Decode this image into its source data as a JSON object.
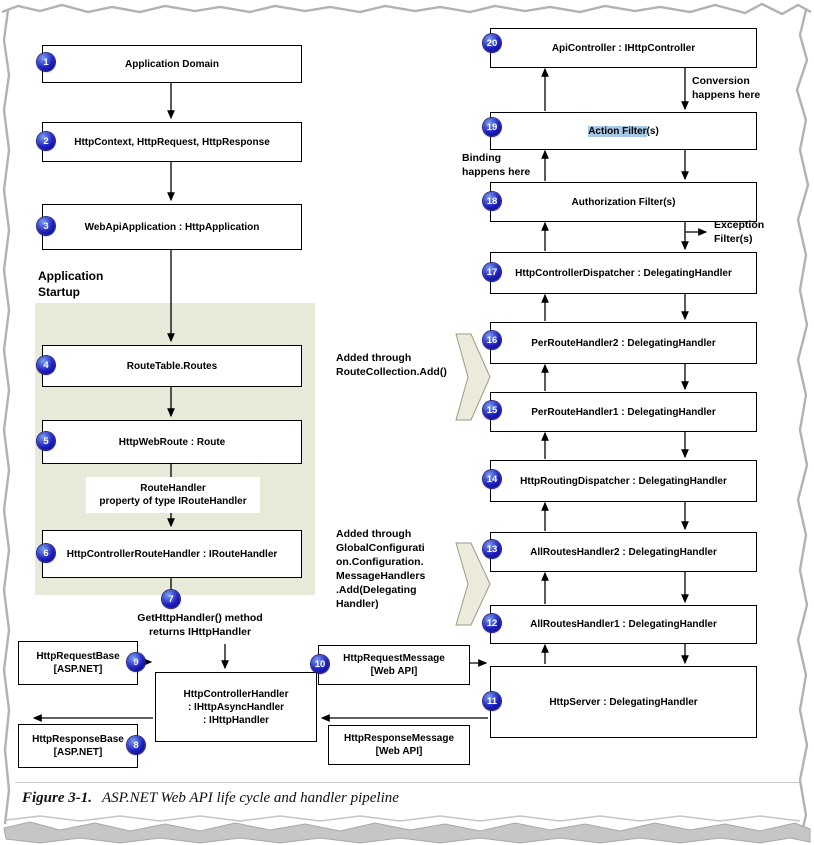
{
  "figure": {
    "caption_label": "Figure 3-1.",
    "caption_text": "ASP.NET Web API life cycle and handler pipeline"
  },
  "left_flow": {
    "boxes": [
      {
        "num": "1",
        "label": "Application Domain"
      },
      {
        "num": "2",
        "label": "HttpContext, HttpRequest, HttpResponse"
      },
      {
        "num": "3",
        "label": "WebApiApplication : HttpApplication"
      },
      {
        "num": "4",
        "label": "RouteTable.Routes"
      },
      {
        "num": "5",
        "label": "HttpWebRoute : Route"
      },
      {
        "num": "6",
        "label": "HttpControllerRouteHandler : IRouteHandler"
      }
    ],
    "step7_num": "7"
  },
  "bottom": {
    "request_base": {
      "num": "9",
      "lines": [
        "HttpRequestBase",
        "[ASP.NET]"
      ]
    },
    "response_base": {
      "num": "8",
      "lines": [
        "HttpResponseBase",
        "[ASP.NET]"
      ]
    },
    "controller_handler": {
      "lines": [
        "HttpControllerHandler",
        ": IHttpAsyncHandler",
        ": IHttpHandler"
      ]
    },
    "request_message": {
      "num": "10",
      "lines": [
        "HttpRequestMessage",
        "[Web API]"
      ]
    },
    "response_message": {
      "lines": [
        "HttpResponseMessage",
        "[Web API]"
      ]
    }
  },
  "pipeline": {
    "boxes": [
      {
        "num": "20",
        "label": "ApiController : IHttpController"
      },
      {
        "num": "19",
        "label_highlight": "Action Filter",
        "label_rest": "(s)"
      },
      {
        "num": "18",
        "label": "Authorization Filter(s)"
      },
      {
        "num": "17",
        "label": "HttpControllerDispatcher : DelegatingHandler"
      },
      {
        "num": "16",
        "label": "PerRouteHandler2 : DelegatingHandler"
      },
      {
        "num": "15",
        "label": "PerRouteHandler1 : DelegatingHandler"
      },
      {
        "num": "14",
        "label": "HttpRoutingDispatcher : DelegatingHandler"
      },
      {
        "num": "13",
        "label": "AllRoutesHandler2 : DelegatingHandler"
      },
      {
        "num": "12",
        "label": "AllRoutesHandler1 : DelegatingHandler"
      },
      {
        "num": "11",
        "label": "HttpServer : DelegatingHandler"
      }
    ]
  },
  "annotations": {
    "application_startup": [
      "Application",
      "Startup"
    ],
    "conversion": [
      "Conversion",
      "happens here"
    ],
    "binding": [
      "Binding",
      "happens here"
    ],
    "exception": [
      "Exception",
      "Filter(s)"
    ],
    "route_collection": [
      "Added through",
      "RouteCollection.Add()"
    ],
    "global_config": [
      "Added through",
      "GlobalConfigurati",
      "on.Configuration.",
      "MessageHandlers",
      ".Add(Delegating",
      "Handler)"
    ],
    "route_handler_note": [
      "RouteHandler",
      "property of type IRouteHandler"
    ],
    "get_http_handler": [
      "GetHttpHandler() method",
      "returns IHttpHandler"
    ]
  },
  "colors": {
    "badge_blue": "#2020c0",
    "startup_region_bg": "#e8e9d9",
    "selection_highlight": "#a6c9e8",
    "chevron_fill": "#eceada"
  }
}
